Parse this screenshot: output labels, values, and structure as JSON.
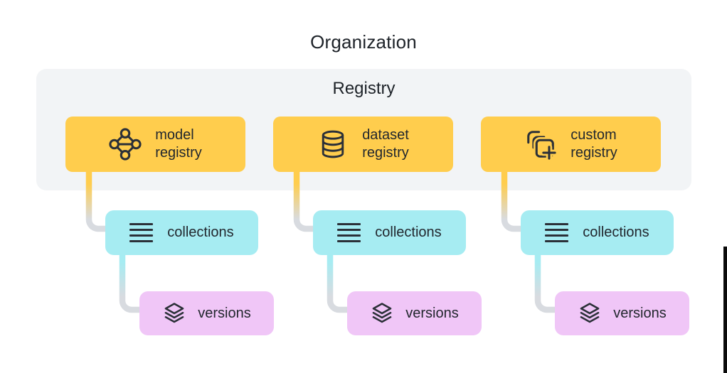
{
  "title": "Organization",
  "group": {
    "label": "Registry"
  },
  "columns": [
    {
      "registry_box": {
        "line1": "model",
        "line2": "registry",
        "icon": "model-registry-icon"
      },
      "collections_box": {
        "label": "collections",
        "icon": "collections-icon"
      },
      "versions_box": {
        "label": "versions",
        "icon": "versions-icon"
      }
    },
    {
      "registry_box": {
        "line1": "dataset",
        "line2": "registry",
        "icon": "dataset-registry-icon"
      },
      "collections_box": {
        "label": "collections",
        "icon": "collections-icon"
      },
      "versions_box": {
        "label": "versions",
        "icon": "versions-icon"
      }
    },
    {
      "registry_box": {
        "line1": "custom",
        "line2": "registry",
        "icon": "custom-registry-icon"
      },
      "collections_box": {
        "label": "collections",
        "icon": "collections-icon"
      },
      "versions_box": {
        "label": "versions",
        "icon": "versions-icon"
      }
    }
  ],
  "colors": {
    "registry_box": "#FFCD4D",
    "collections_box": "#A6ECF2",
    "versions_box": "#F0C6F7",
    "group_bg": "#F2F4F6",
    "connector_gray": "#D8DBE0",
    "ink": "#22272e",
    "icon_ink": "#2b3038"
  }
}
